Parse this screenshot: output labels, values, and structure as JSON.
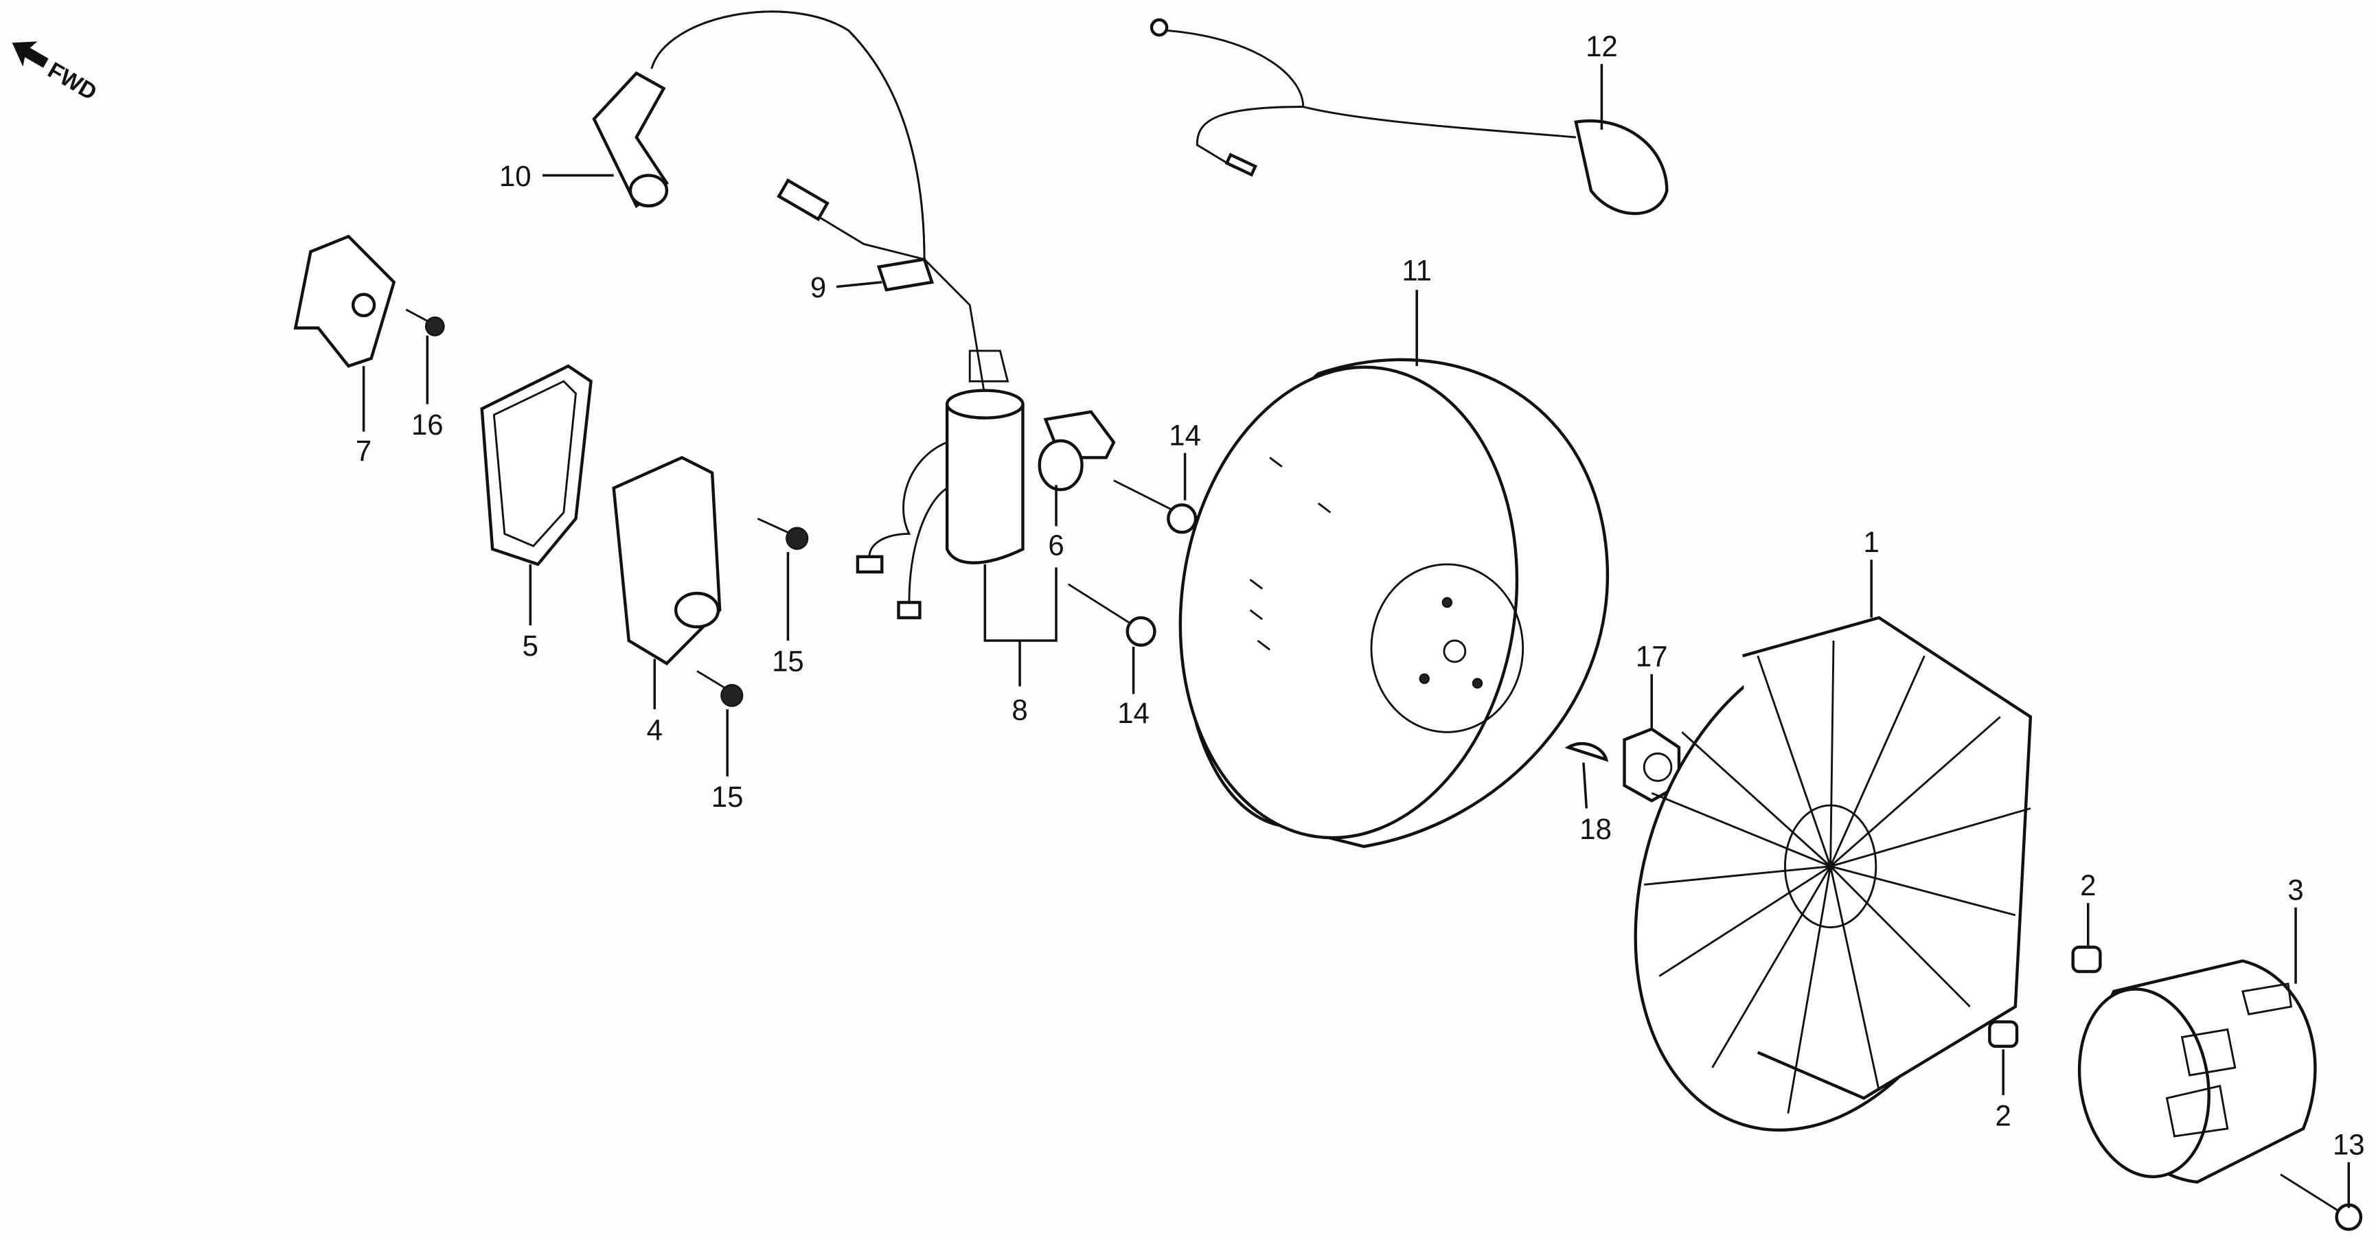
{
  "direction_marker": {
    "label": "FWD",
    "icon": "arrow-up-left-icon"
  },
  "callouts": [
    {
      "id": "c10",
      "number": "10"
    },
    {
      "id": "c12",
      "number": "12"
    },
    {
      "id": "c9",
      "number": "9"
    },
    {
      "id": "c11",
      "number": "11"
    },
    {
      "id": "c7",
      "number": "7"
    },
    {
      "id": "c16",
      "number": "16"
    },
    {
      "id": "c14a",
      "number": "14"
    },
    {
      "id": "c6",
      "number": "6"
    },
    {
      "id": "c5",
      "number": "5"
    },
    {
      "id": "c15a",
      "number": "15"
    },
    {
      "id": "c1",
      "number": "1"
    },
    {
      "id": "c8",
      "number": "8"
    },
    {
      "id": "c14b",
      "number": "14"
    },
    {
      "id": "c17",
      "number": "17"
    },
    {
      "id": "c4",
      "number": "4"
    },
    {
      "id": "c15b",
      "number": "15"
    },
    {
      "id": "c18",
      "number": "18"
    },
    {
      "id": "c2a",
      "number": "2"
    },
    {
      "id": "c3",
      "number": "3"
    },
    {
      "id": "c2b",
      "number": "2"
    },
    {
      "id": "c13",
      "number": "13"
    }
  ]
}
